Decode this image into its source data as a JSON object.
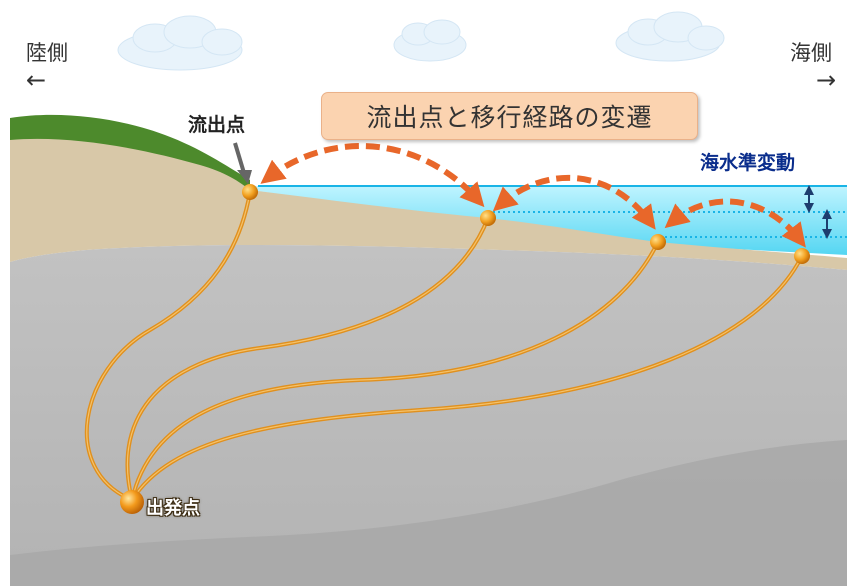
{
  "labels": {
    "land_side": "陸側",
    "land_arrow": "←",
    "sea_side": "海側",
    "sea_arrow": "→",
    "outflow_point": "流出点",
    "title": "流出点と移行経路の変遷",
    "sea_level_change": "海水準変動",
    "start_point": "出発点"
  },
  "colors": {
    "sky": "#ffffff",
    "hill": "#4d8a2c",
    "sand": "#d8c8a8",
    "rock": "#b9b9b9",
    "rock_dark": "#a5a5a5",
    "sea": "#7fe4f8",
    "sea_line": "#19b4e6",
    "path": "#e0901e",
    "node": "#f0a020",
    "migration_arrow": "#e8672a",
    "title_bg": "#fbd3b0",
    "sea_label": "#0a2d8c"
  },
  "icons": [
    "cloud-icon",
    "pointer-arrow-icon",
    "curved-double-arrow-icon",
    "double-headed-arrow-icon"
  ]
}
